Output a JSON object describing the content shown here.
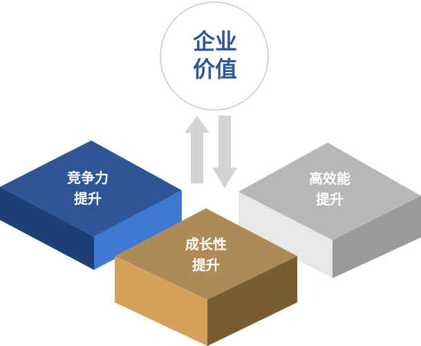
{
  "center": {
    "line1": "企业",
    "line2": "价值",
    "text_color": "#2f5597"
  },
  "arrows": {
    "up_icon": "arrow-up-icon",
    "down_icon": "arrow-down-icon",
    "color": "#d4d4d4"
  },
  "blocks": [
    {
      "line1": "竞争力",
      "line2": "提升",
      "top_color": "#2f5597",
      "side_color": "#3e78d1",
      "front_color": "#1f3f77"
    },
    {
      "line1": "高效能",
      "line2": "提升",
      "top_color": "#b7b7b7",
      "side_color": "#9a9a9a",
      "front_color": "#e8e8e8"
    },
    {
      "line1": "成长性",
      "line2": "提升",
      "top_color": "#ad8a56",
      "side_color": "#7a5c33",
      "front_color": "#d4a15a"
    }
  ]
}
